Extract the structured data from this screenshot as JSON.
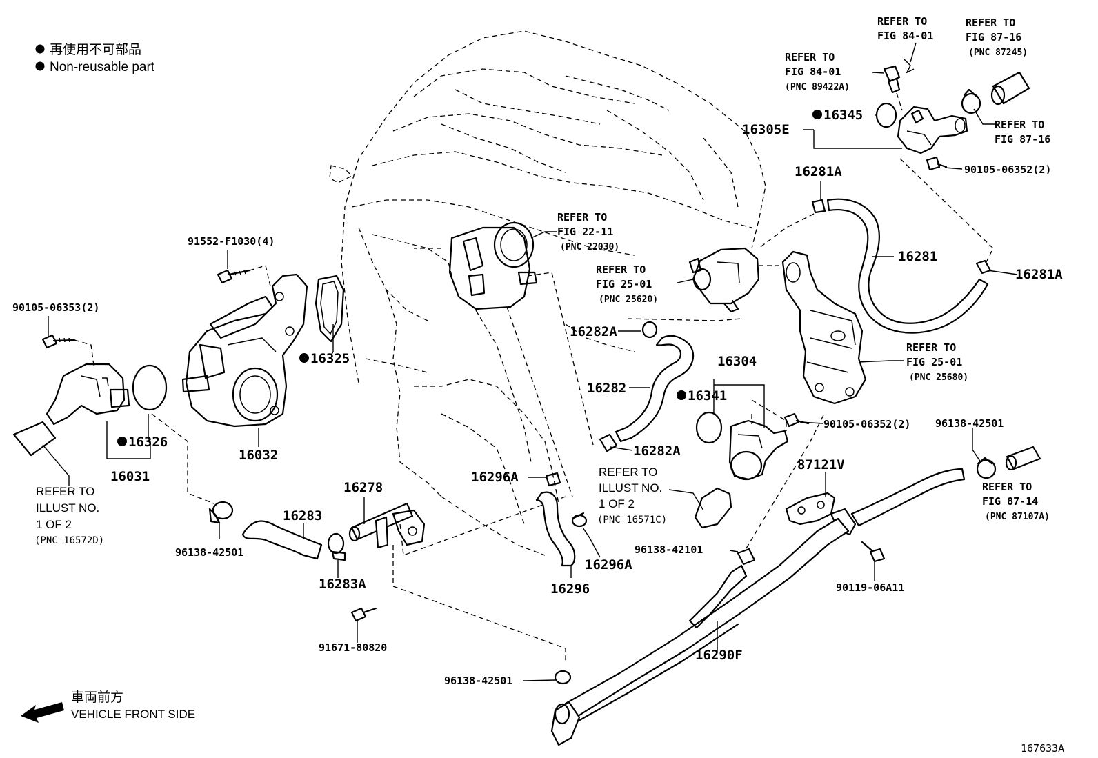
{
  "legend": {
    "japanese": "再使用不可部品",
    "english": "Non-reusable part"
  },
  "front_marker": {
    "japanese": "車両前方",
    "english": "VEHICLE FRONT SIDE"
  },
  "figure_id": "167633A",
  "refer": {
    "fig_84_01_top": [
      "REFER TO",
      "FIG 84-01"
    ],
    "fig_84_01_mid": [
      "REFER TO",
      "FIG 84-01",
      "(PNC 89422A)"
    ],
    "fig_87_16_top": [
      "REFER TO",
      "FIG 87-16",
      "(PNC 87245)"
    ],
    "fig_87_16_right": [
      "REFER TO",
      "FIG 87-16"
    ],
    "fig_22_11": [
      "REFER TO",
      "FIG 22-11",
      "(PNC 22030)"
    ],
    "fig_25_01_left": [
      "REFER TO",
      "FIG 25-01",
      "(PNC 25620)"
    ],
    "fig_25_01_right": [
      "REFER TO",
      "FIG 25-01",
      "(PNC 25680)"
    ],
    "fig_87_14": [
      "REFER TO",
      "FIG 87-14",
      "(PNC 87107A)"
    ],
    "illust_16572d": [
      "REFER TO",
      "ILLUST NO.",
      "1 OF 2",
      "(PNC 16572D)"
    ],
    "illust_16571c": [
      "REFER TO",
      "ILLUST NO.",
      "1 OF 2",
      "(PNC 16571C)"
    ]
  },
  "parts": {
    "p16345": "16345",
    "p16305e": "16305E",
    "p90105_06352_top": "90105-06352(2)",
    "p16281a_top": "16281A",
    "p16281": "16281",
    "p16281a_right": "16281A",
    "p91552": "91552-F1030(4)",
    "p90105_06353": "90105-06353(2)",
    "p16325": "16325",
    "p16282a_top": "16282A",
    "p16282": "16282",
    "p16304": "16304",
    "p16341": "16341",
    "p90105_06352_mid": "90105-06352(2)",
    "p96138_42501_right": "96138-42501",
    "p16326": "16326",
    "p16032": "16032",
    "p16031": "16031",
    "p16282a_bottom": "16282A",
    "p87121v": "87121V",
    "p16296a_top": "16296A",
    "p16278": "16278",
    "p16283": "16283",
    "p96138_42501_left": "96138-42501",
    "p16283a": "16283A",
    "p96138_42101": "96138-42101",
    "p16296a_bottom": "16296A",
    "p16296": "16296",
    "p90119_06a11": "90119-06A11",
    "p91671_80820": "91671-80820",
    "p16290f": "16290F",
    "p96138_42501_bottom": "96138-42501"
  }
}
